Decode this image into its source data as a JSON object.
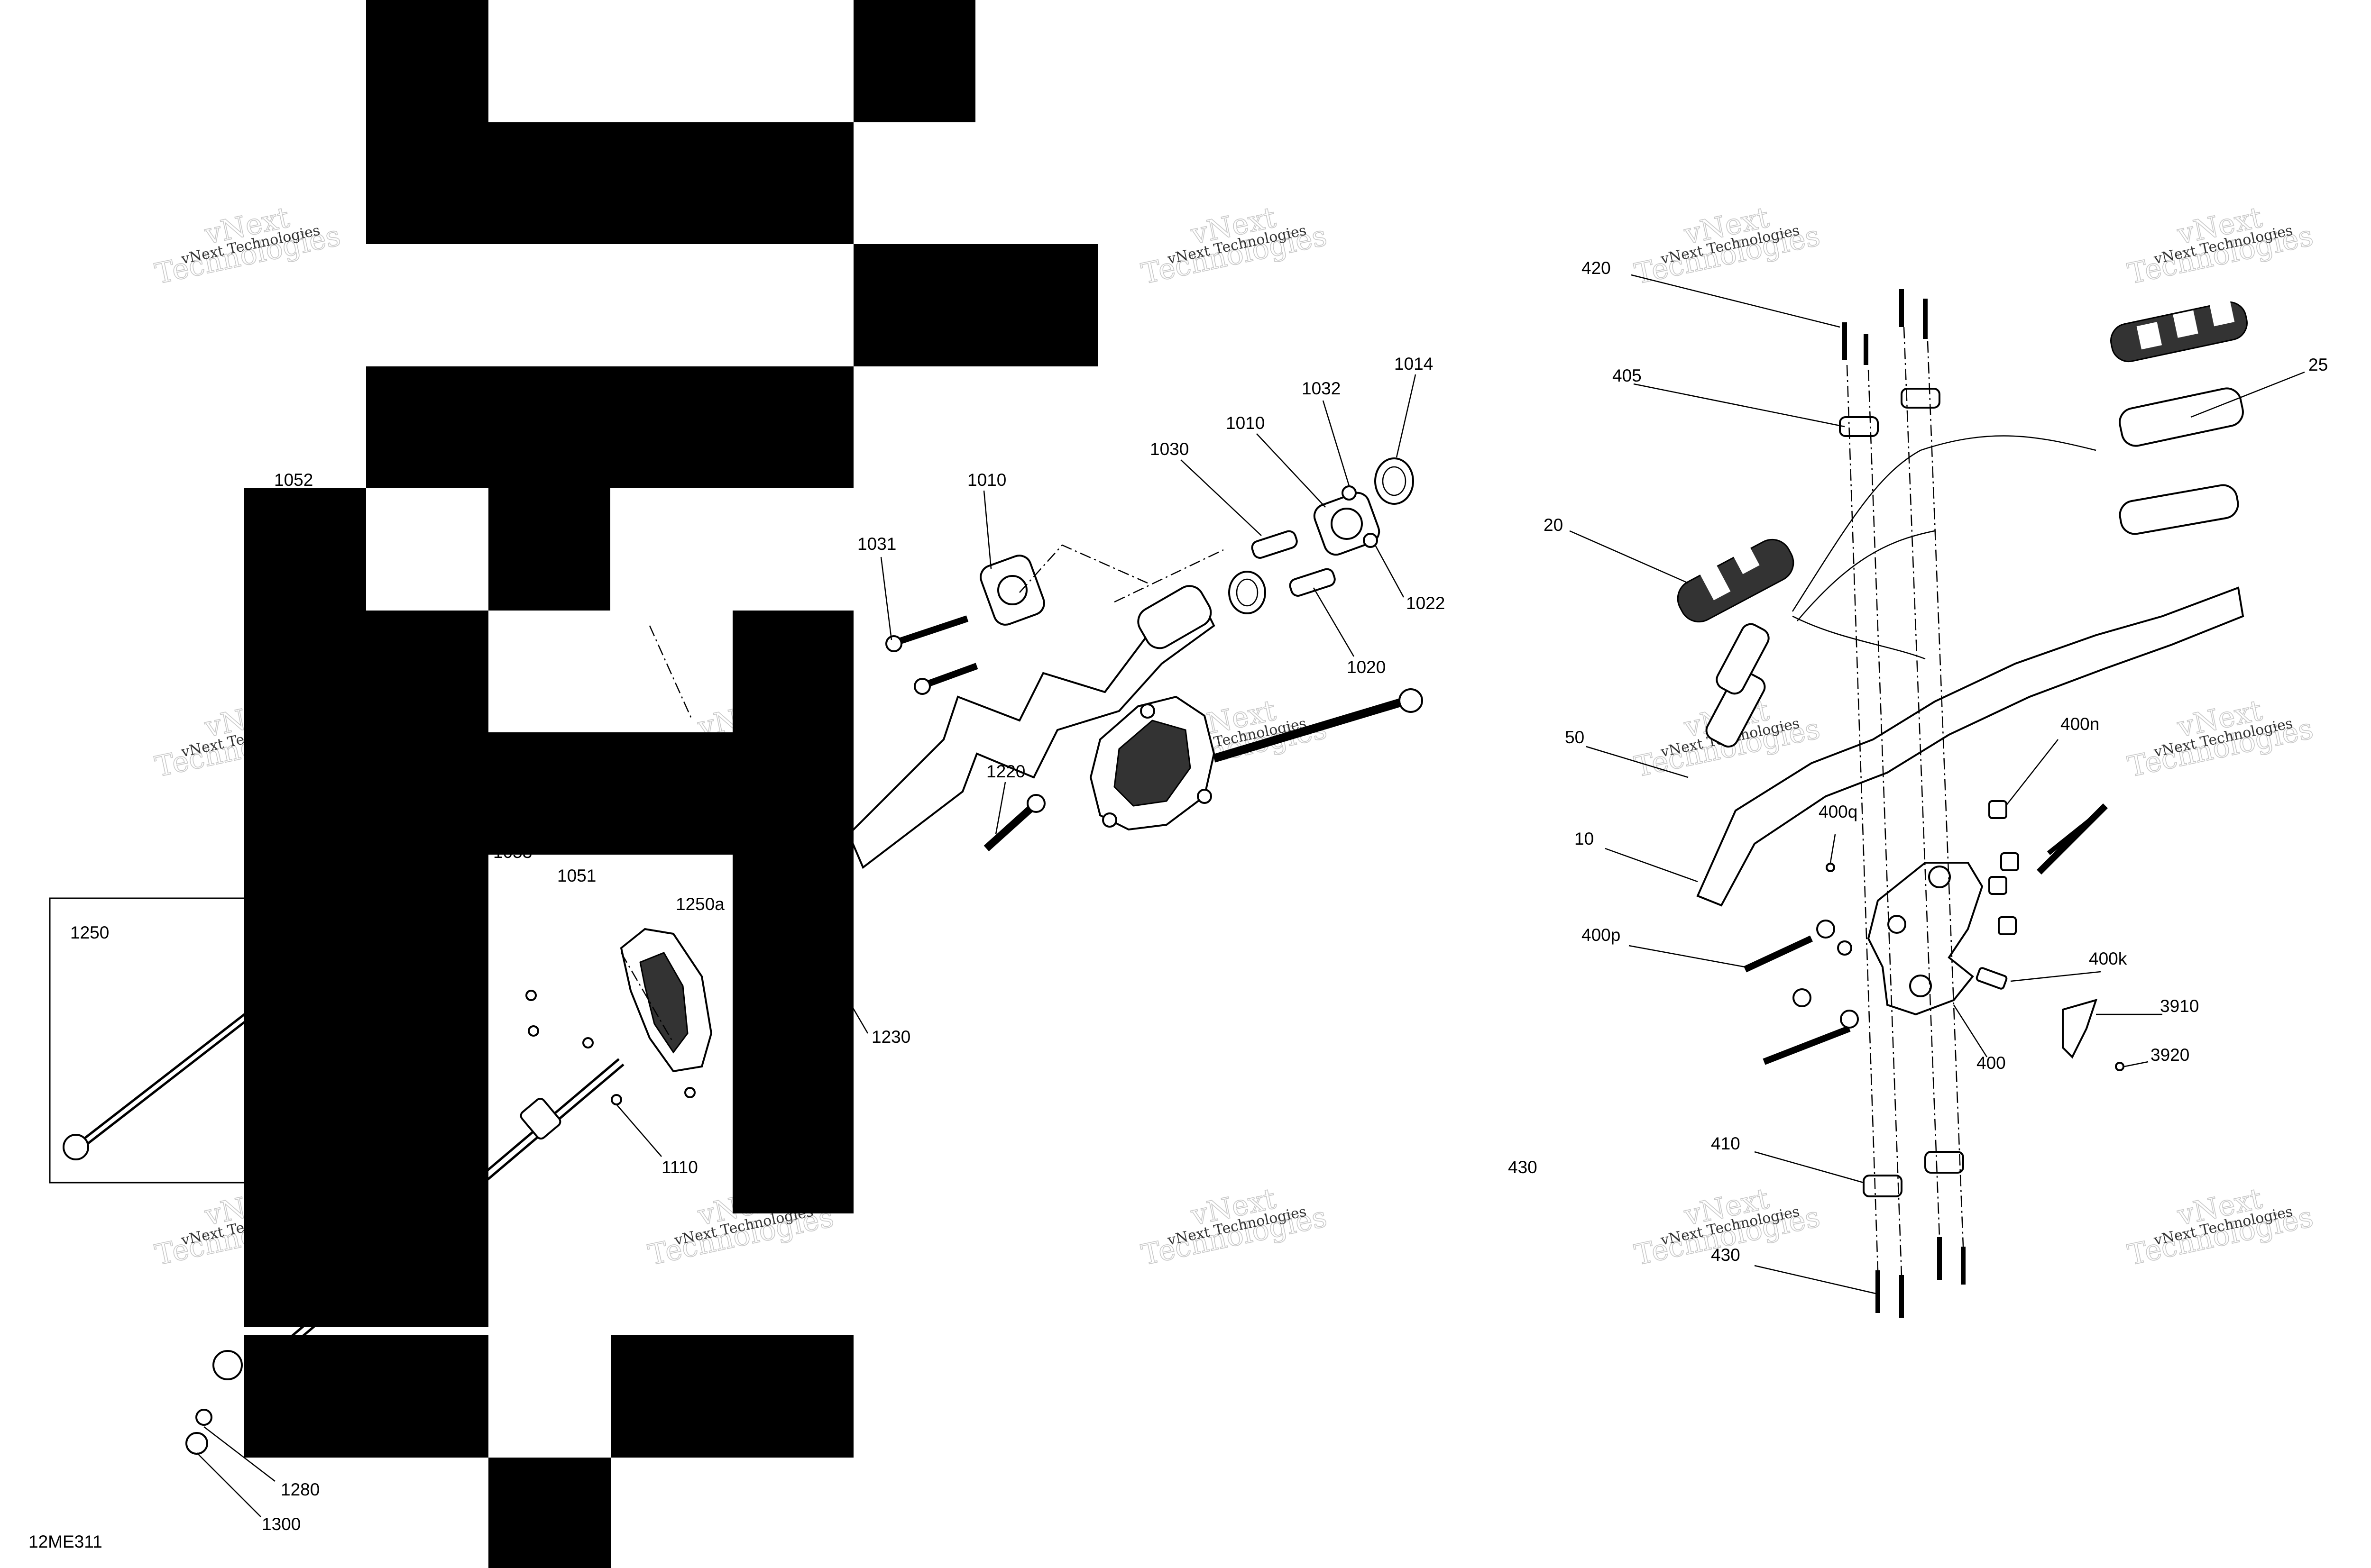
{
  "diagram": {
    "figure_code": "12ME311",
    "watermark": {
      "line1": "vNext",
      "line2": "Technologies",
      "full": "vNext Technologies"
    },
    "callouts": [
      {
        "id": "c1052",
        "text": "1052"
      },
      {
        "id": "c1010a",
        "text": "1010"
      },
      {
        "id": "c1031",
        "text": "1031"
      },
      {
        "id": "c1030",
        "text": "1030"
      },
      {
        "id": "c1010b",
        "text": "1010"
      },
      {
        "id": "c1032",
        "text": "1032"
      },
      {
        "id": "c1014",
        "text": "1014"
      },
      {
        "id": "c1022",
        "text": "1022"
      },
      {
        "id": "c1020",
        "text": "1020"
      },
      {
        "id": "c1220",
        "text": "1220"
      },
      {
        "id": "c1053",
        "text": "1053"
      },
      {
        "id": "c1051",
        "text": "1051"
      },
      {
        "id": "c1250",
        "text": "1250"
      },
      {
        "id": "c1250a",
        "text": "1250a"
      },
      {
        "id": "c1230",
        "text": "1230"
      },
      {
        "id": "c1110",
        "text": "1110"
      },
      {
        "id": "c1280",
        "text": "1280"
      },
      {
        "id": "c1300",
        "text": "1300"
      },
      {
        "id": "c420",
        "text": "420"
      },
      {
        "id": "c405",
        "text": "405"
      },
      {
        "id": "c25",
        "text": "25"
      },
      {
        "id": "c20",
        "text": "20"
      },
      {
        "id": "c50",
        "text": "50"
      },
      {
        "id": "c10",
        "text": "10"
      },
      {
        "id": "c400n",
        "text": "400n"
      },
      {
        "id": "c400q",
        "text": "400q"
      },
      {
        "id": "c400p",
        "text": "400p"
      },
      {
        "id": "c400k",
        "text": "400k"
      },
      {
        "id": "c3910",
        "text": "3910"
      },
      {
        "id": "c3920",
        "text": "3920"
      },
      {
        "id": "c400",
        "text": "400"
      },
      {
        "id": "c430a",
        "text": "430"
      },
      {
        "id": "c410",
        "text": "410"
      },
      {
        "id": "c430b",
        "text": "430"
      }
    ]
  }
}
